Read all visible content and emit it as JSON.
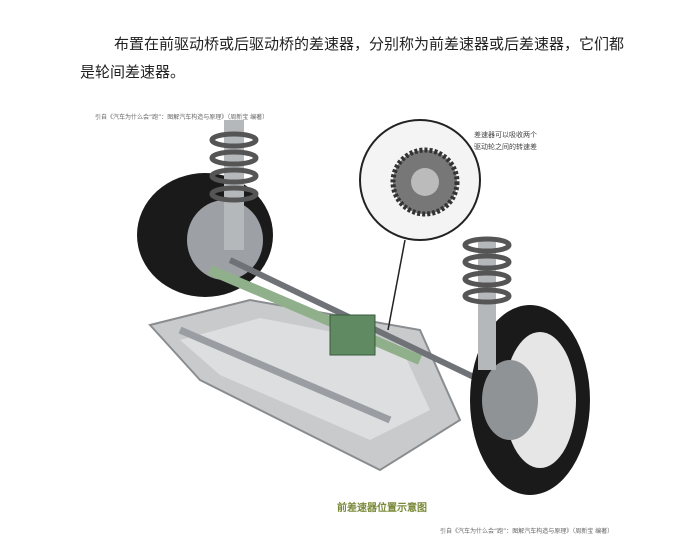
{
  "document": {
    "paragraph_line1": "布置在前驱动桥或后驱动桥的差速器，分别称为前差速器或后差速器，它们都",
    "paragraph_line2": "是轮间差速器。"
  },
  "figure": {
    "citation_top": "引自《汽车为什么会“跑”：图解汽车构造与原理》（周新宝 编著）",
    "callout_line1": "差速器可以吸收两个",
    "callout_line2": "驱动轮之间的转速差",
    "caption": "前差速器位置示意图",
    "citation_bottom": "引自《汽车为什么会“跑”：图解汽车构造与原理》（周新宝 编著）"
  }
}
